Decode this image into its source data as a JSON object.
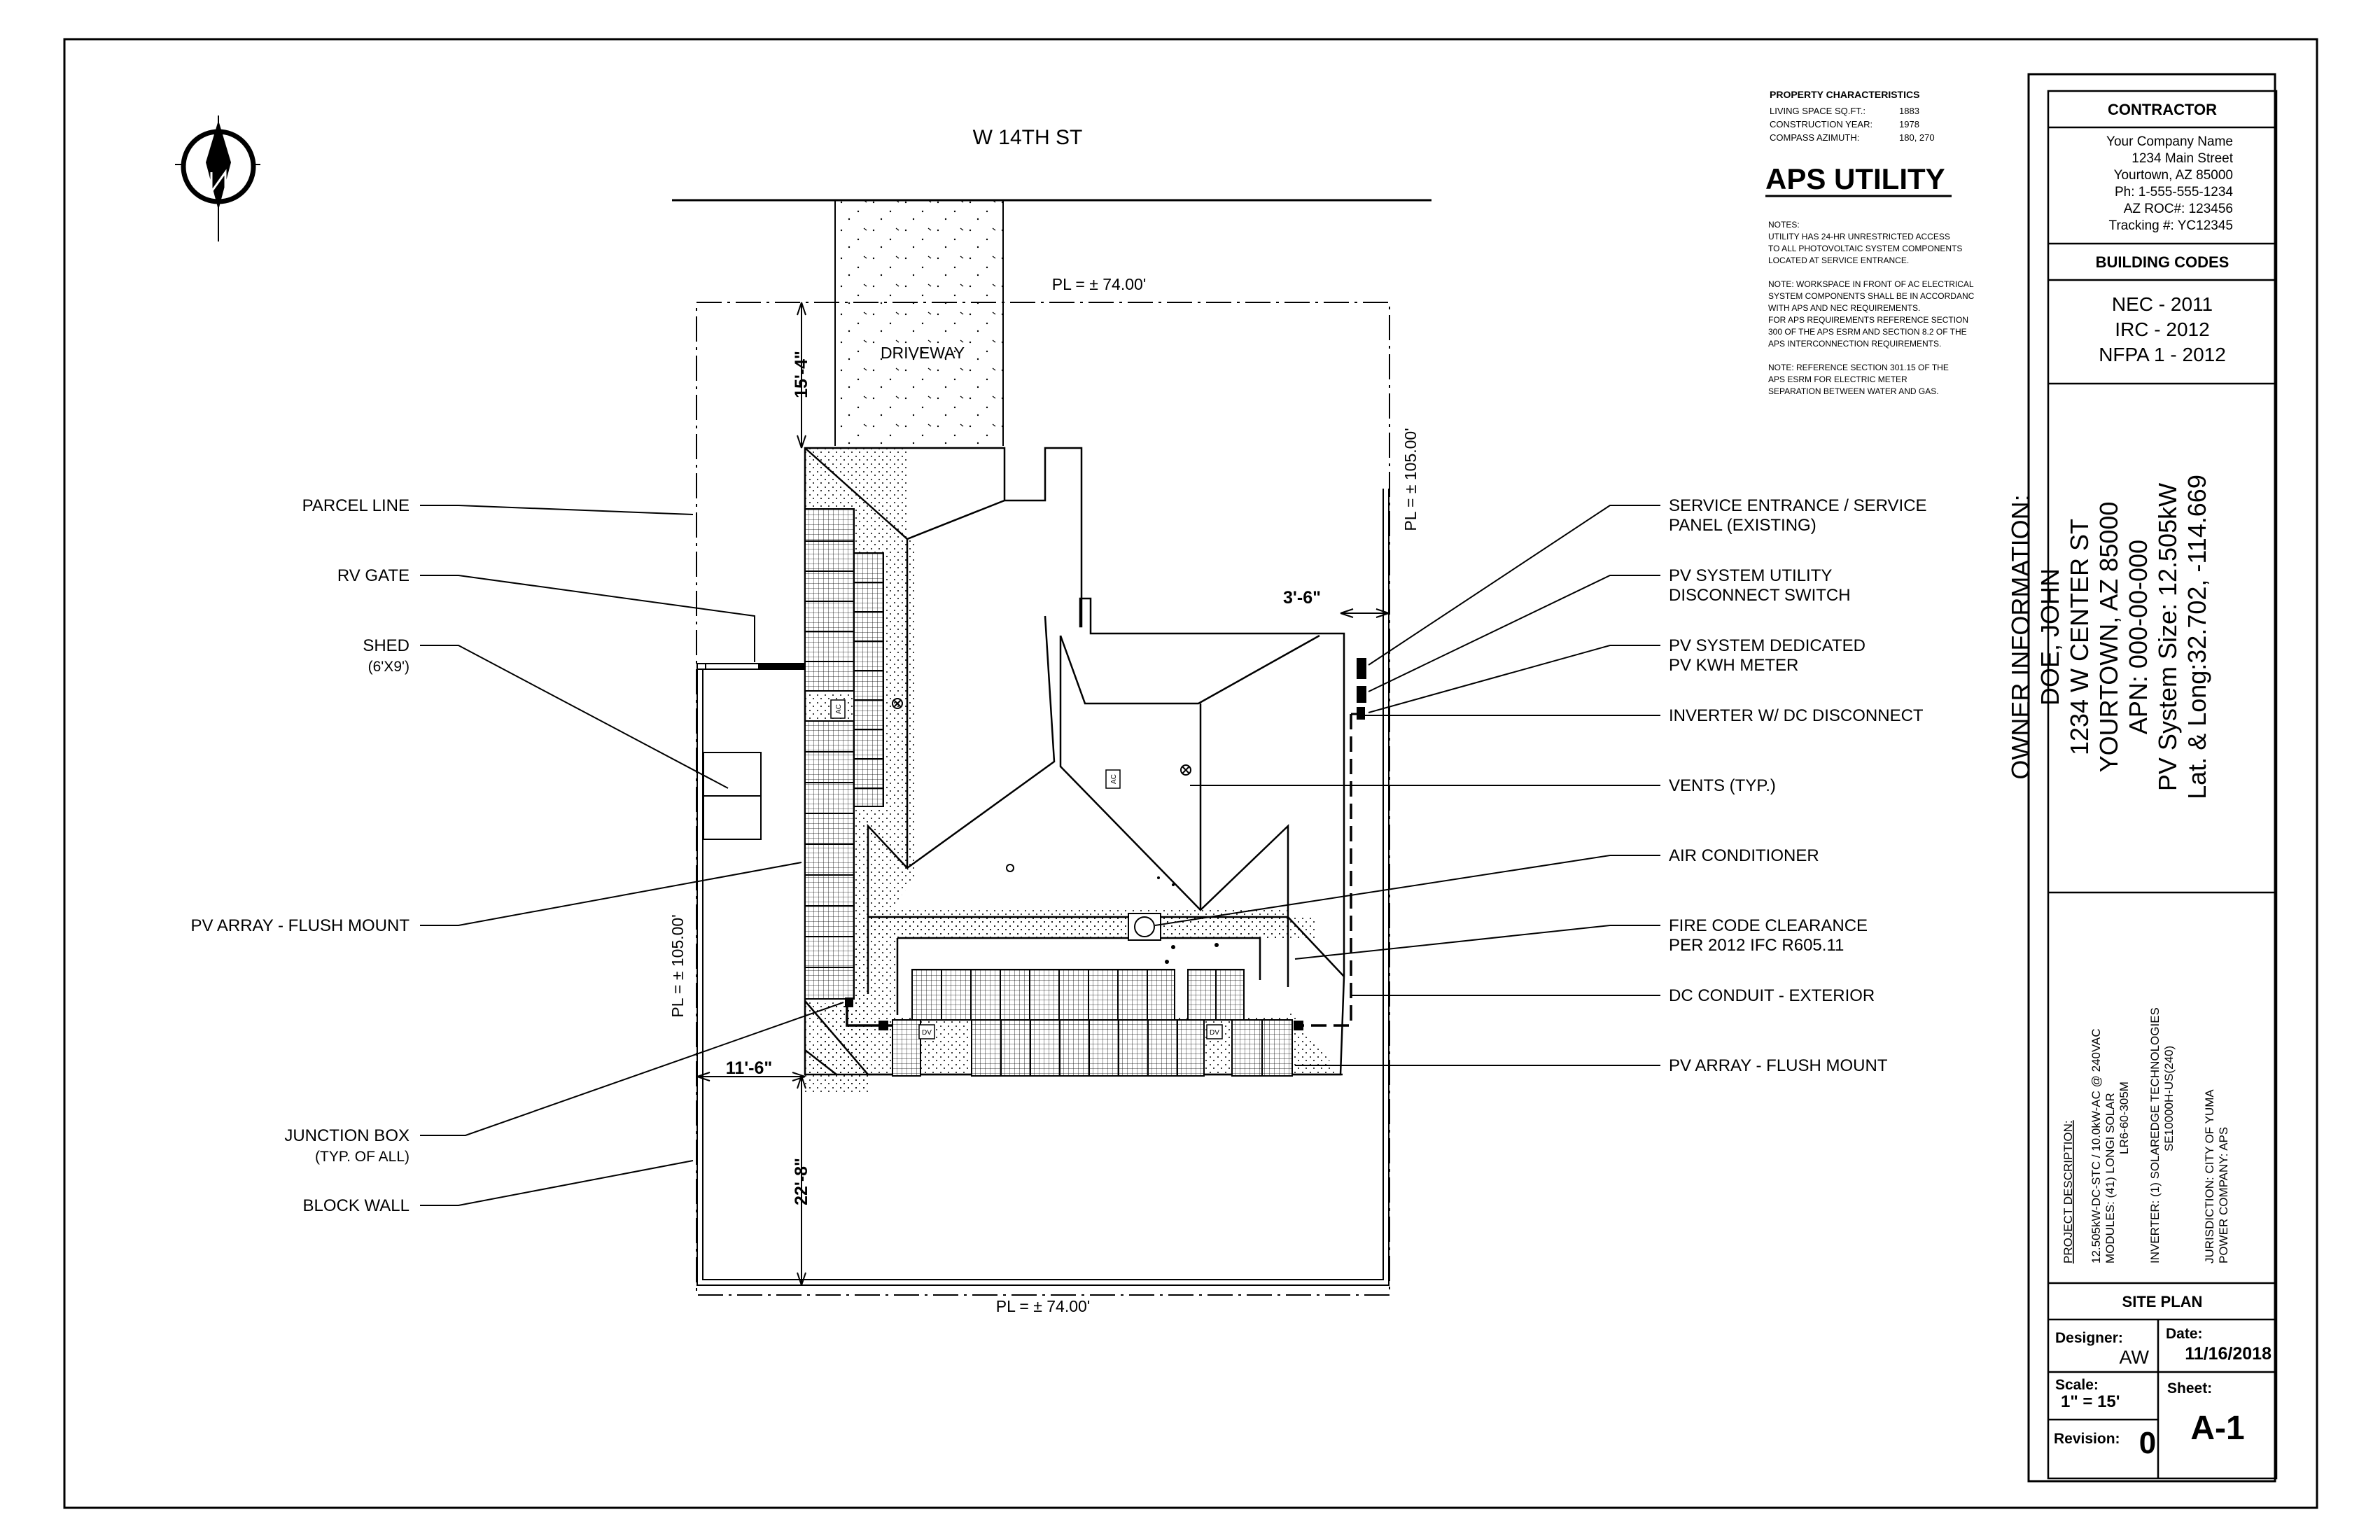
{
  "street": "W 14TH ST",
  "property": {
    "title": "PROPERTY CHARACTERISTICS",
    "rows": [
      {
        "label": "LIVING SPACE SQ.FT.:",
        "value": "1883"
      },
      {
        "label": "CONSTRUCTION YEAR:",
        "value": "1978"
      },
      {
        "label": "COMPASS AZIMUTH:",
        "value": "180, 270"
      }
    ]
  },
  "utility": "APS UTILITY",
  "notes": [
    "NOTES:",
    "UTILITY HAS 24-HR UNRESTRICTED ACCESS",
    "TO ALL PHOTOVOLTAIC SYSTEM COMPONENTS",
    "LOCATED AT SERVICE ENTRANCE.",
    "",
    "NOTE: WORKSPACE IN FRONT OF AC ELECTRICAL",
    " SYSTEM COMPONENTS SHALL BE IN ACCORDANC",
    " WITH APS AND NEC REQUIREMENTS.",
    "FOR APS REQUIREMENTS REFERENCE SECTION",
    "300 OF THE  APS ESRM AND SECTION 8.2 OF THE",
    "APS INTERCONNECTION REQUIREMENTS.",
    "",
    "NOTE: REFERENCE SECTION 301.15 OF THE",
    "APS ESRM FOR ELECTRIC METER",
    "SEPARATION BETWEEN WATER AND GAS."
  ],
  "site": {
    "driveway": "DRIVEWAY",
    "pl_top": "PL = ± 74.00'",
    "pl_bottom": "PL = ± 74.00'",
    "pl_left": "PL = ± 105.00'",
    "pl_right": "PL = ± 105.00'",
    "dim_front": "15'-4\"",
    "dim_rear": "22'-8\"",
    "dim_side_left": "11'-6\"",
    "dim_side_right": "3'-6\"",
    "ac_tag": "AC",
    "dv_tag": "DV"
  },
  "callouts_left": [
    {
      "text": "PARCEL LINE"
    },
    {
      "text": "RV GATE"
    },
    {
      "text": "SHED",
      "sub": "(6'X9')"
    },
    {
      "text": "PV ARRAY - FLUSH MOUNT"
    },
    {
      "text": "JUNCTION BOX",
      "sub": "(TYP. OF ALL)"
    },
    {
      "text": "BLOCK WALL"
    }
  ],
  "callouts_right": [
    {
      "text": "SERVICE ENTRANCE / SERVICE",
      "sub": "PANEL (EXISTING)"
    },
    {
      "text": "PV SYSTEM UTILITY",
      "sub": "DISCONNECT SWITCH"
    },
    {
      "text": "PV SYSTEM DEDICATED",
      "sub": "PV KWH METER"
    },
    {
      "text": "INVERTER W/ DC DISCONNECT"
    },
    {
      "text": "VENTS (TYP.)"
    },
    {
      "text": "AIR CONDITIONER"
    },
    {
      "text": "FIRE CODE CLEARANCE",
      "sub": "PER 2012 IFC R605.11"
    },
    {
      "text": "DC CONDUIT - EXTERIOR"
    },
    {
      "text": "PV ARRAY - FLUSH MOUNT"
    }
  ],
  "contractor": {
    "heading": "CONTRACTOR",
    "lines": [
      "Your Company Name",
      "1234 Main Street",
      "Yourtown, AZ 85000",
      "Ph: 1-555-555-1234",
      "AZ ROC#: 123456",
      "Tracking #:  YC12345"
    ]
  },
  "codes": {
    "heading": "BUILDING CODES",
    "lines": [
      "NEC - 2011",
      "IRC - 2012",
      "NFPA 1 - 2012"
    ]
  },
  "owner": {
    "lines": [
      "OWNER INFORMATION:",
      "DOE, JOHN",
      "1234 W CENTER ST",
      "YOURTOWN, AZ 85000",
      "APN: 000-00-000",
      "PV System Size: 12.505kW",
      "Lat. & Long:32.702, -114.669"
    ]
  },
  "project": {
    "heading": "PROJECT DESCRIPTION:",
    "lines": [
      "12.505kW-DC-STC / 10.0kW-AC @ 240VAC",
      "MODULES: (41) LONGI SOLAR",
      "LR6-60-305M",
      "",
      "INVERTER:  (1)    SOLAREDGE TECHNOLOGIES",
      "SE10000H-US(240)",
      "",
      "JURISDICTION: CITY OF YUMA",
      "POWER COMPANY:  APS"
    ]
  },
  "title_block": {
    "heading": "SITE PLAN",
    "designer_label": "Designer:",
    "designer": "AW",
    "date_label": "Date:",
    "date": "11/16/2018",
    "scale_label": "Scale:",
    "scale": "1\" = 15'",
    "sheet_label": "Sheet:",
    "sheet": "A-1",
    "revision_label": "Revision:",
    "revision": "0"
  }
}
